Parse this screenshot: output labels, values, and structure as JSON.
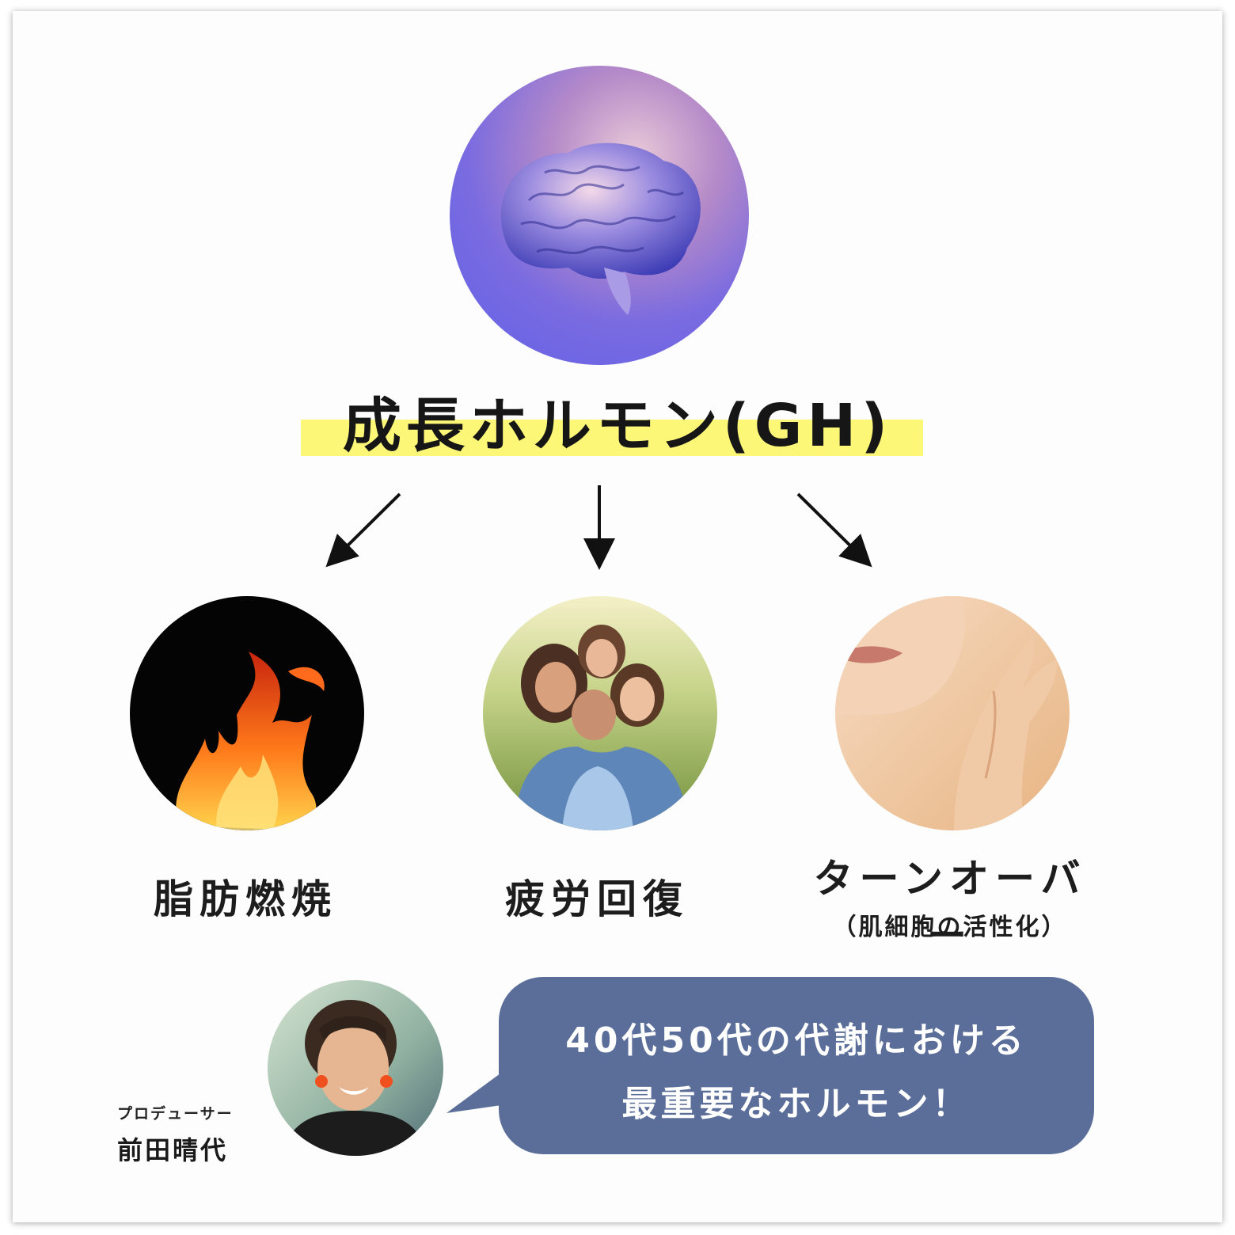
{
  "title": "成長ホルモン(GH)",
  "effects": [
    {
      "label": "脂肪燃焼",
      "sub": "",
      "image": "fire-icon"
    },
    {
      "label": "疲労回復",
      "sub": "",
      "image": "family-icon"
    },
    {
      "label": "ターンオーバー",
      "sub": "（肌細胞の活性化）",
      "image": "skin-face-icon"
    }
  ],
  "speaker": {
    "role": "プロデューサー",
    "name": "前田晴代"
  },
  "bubble": {
    "line1": "40代50代の代謝における",
    "line2": "最重要なホルモン！"
  },
  "colors": {
    "highlight": "#fcf777",
    "bubble": "#5b6e99",
    "arrow": "#111111"
  }
}
